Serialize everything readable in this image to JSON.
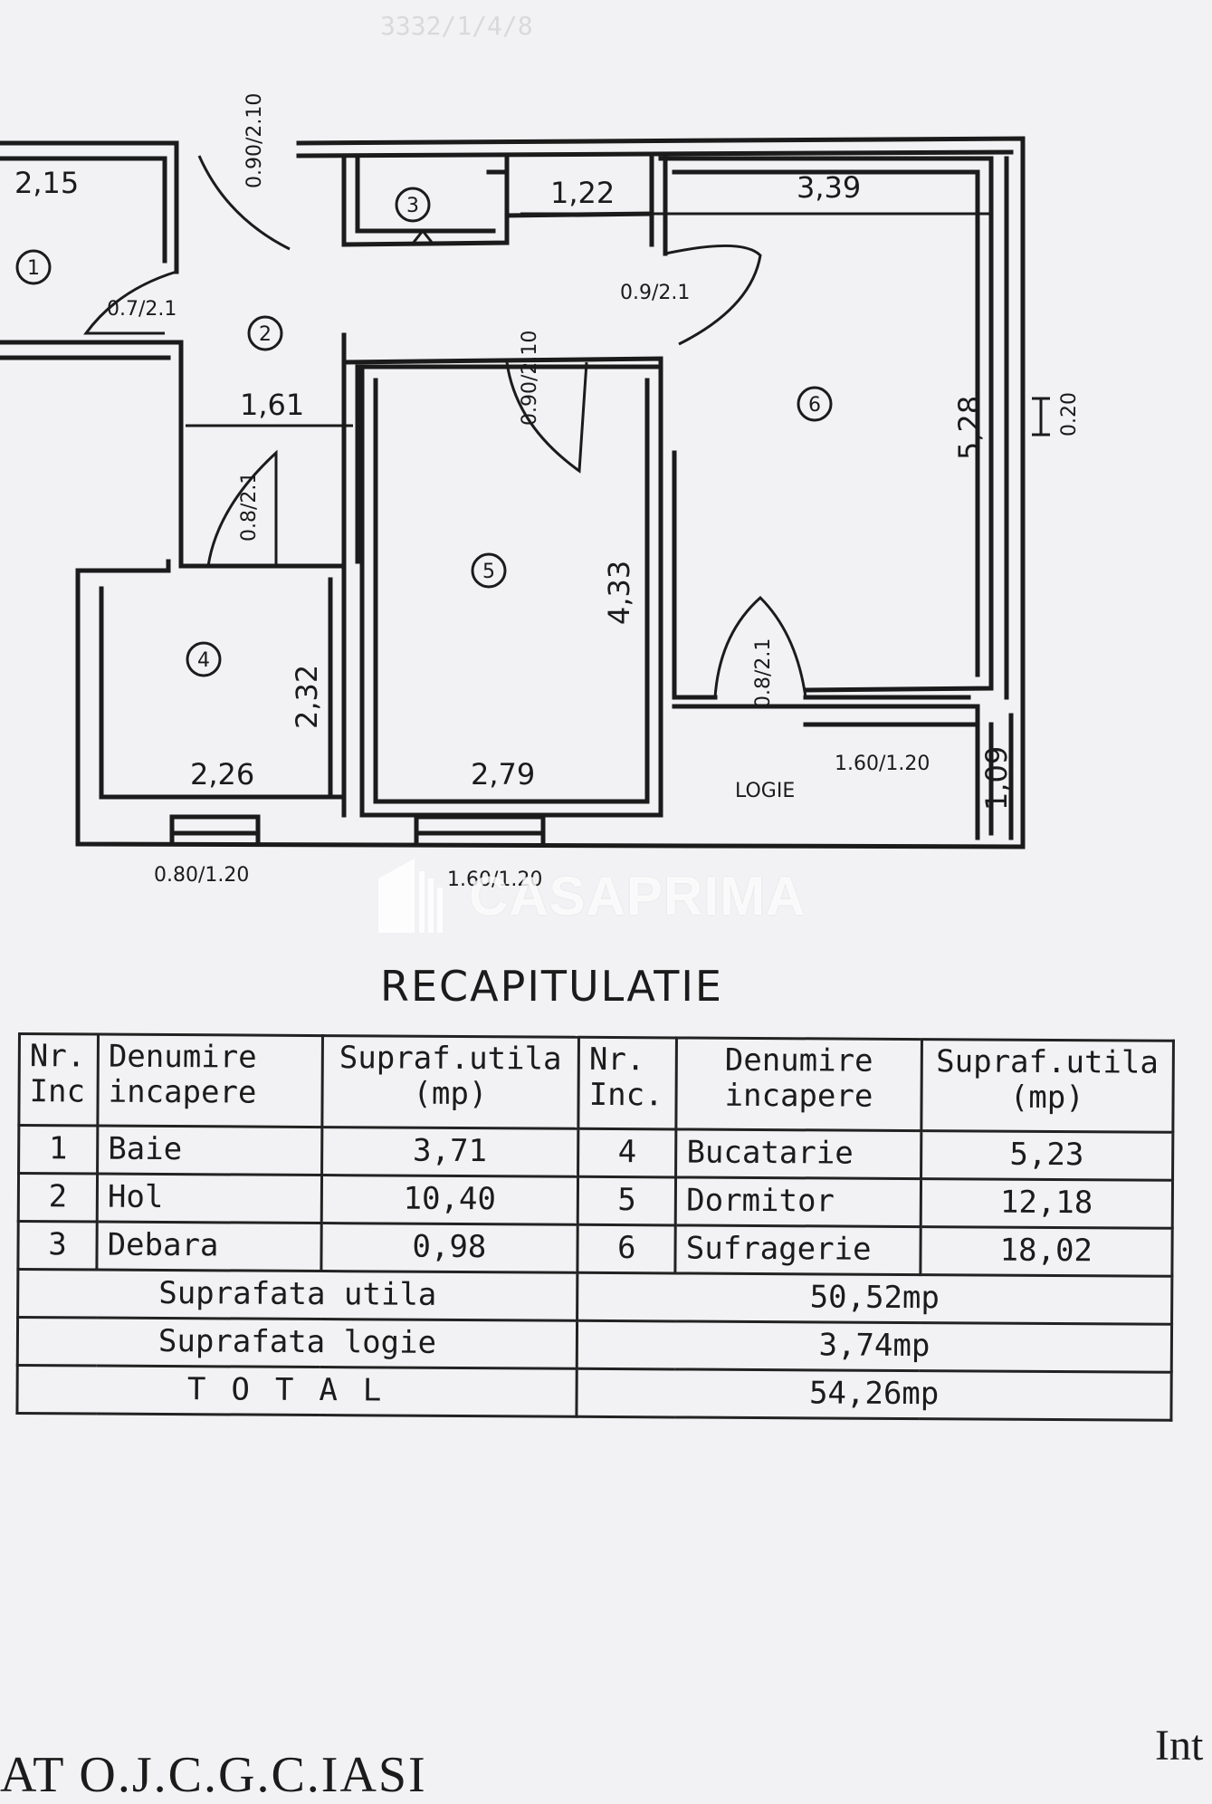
{
  "plan": {
    "rooms": [
      {
        "num": "1"
      },
      {
        "num": "2"
      },
      {
        "num": "3"
      },
      {
        "num": "4"
      },
      {
        "num": "5"
      },
      {
        "num": "6"
      }
    ],
    "dims": {
      "d215": "2,15",
      "d122": "1,22",
      "d339": "3,39",
      "d161": "1,61",
      "d433": "4,33",
      "d528": "5,28",
      "d232": "2,32",
      "d226": "2,26",
      "d279": "2,79",
      "d109": "1,09",
      "d020": "0.20"
    },
    "openings": {
      "o1": "0.90/2.10",
      "o2": "0.7/2.1",
      "o3": "0.9/2.1",
      "o4": "0.90/2.10",
      "o5": "0.8/2.1",
      "o6": "0.8/2.1",
      "o7": "1.60/1.20",
      "o8": "0.80/1.20",
      "o9": "1.60/1.20"
    },
    "logie_label": "LOGIE"
  },
  "watermark": "CASAPRIMA",
  "recap": {
    "title": "RECAPITULATIE",
    "headers": {
      "nr": "Nr. Inc",
      "name": "Denumire incapere",
      "area": "Supraf.utila (mp)",
      "nr2": "Nr. Inc.",
      "name2": "Denumire incapere",
      "area2": "Supraf.utila (mp)"
    },
    "rows": [
      {
        "n1": "1",
        "name1": "Baie",
        "a1": "3,71",
        "n2": "4",
        "name2": "Bucatarie",
        "a2": "5,23"
      },
      {
        "n1": "2",
        "name1": "Hol",
        "a1": "10,40",
        "n2": "5",
        "name2": "Dormitor",
        "a2": "12,18"
      },
      {
        "n1": "3",
        "name1": "Debara",
        "a1": "0,98",
        "n2": "6",
        "name2": "Sufragerie",
        "a2": "18,02"
      }
    ],
    "summary": [
      {
        "label": "Suprafata utila",
        "value": "50,52mp"
      },
      {
        "label": "Suprafata logie",
        "value": "3,74mp"
      },
      {
        "label": "TOTAL",
        "value": "54,26mp"
      }
    ]
  },
  "footer": {
    "left": "AT O.J.C.G.C.IASI",
    "right": "Int"
  }
}
